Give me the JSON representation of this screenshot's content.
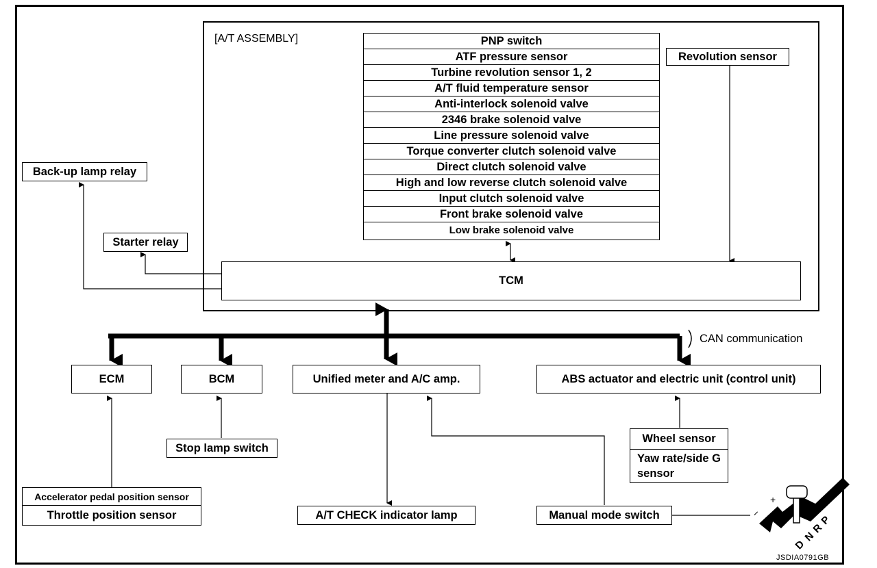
{
  "assembly_label": "[A/T ASSEMBLY]",
  "at_components": [
    "PNP switch",
    "ATF pressure sensor",
    "Turbine revolution sensor 1, 2",
    "A/T fluid temperature sensor",
    "Anti-interlock solenoid valve",
    "2346 brake solenoid valve",
    "Line pressure solenoid valve",
    "Torque converter clutch solenoid valve",
    "Direct clutch solenoid valve",
    "High and low reverse clutch solenoid valve",
    "Input clutch solenoid valve",
    "Front brake solenoid valve",
    "Low brake solenoid valve"
  ],
  "revolution_sensor": "Revolution sensor",
  "backup_lamp_relay": "Back-up lamp relay",
  "starter_relay": "Starter relay",
  "tcm": "TCM",
  "can_label": "CAN communication",
  "ecm": "ECM",
  "bcm": "BCM",
  "unified_meter": "Unified meter and A/C amp.",
  "abs_unit": "ABS actuator and electric unit (control unit)",
  "stop_lamp_switch": "Stop lamp switch",
  "wheel_sensor": "Wheel sensor",
  "yaw_rate_sensor": "Yaw rate/side G sensor",
  "accel_pedal_sensor": "Accelerator pedal position sensor",
  "throttle_sensor": "Throttle position sensor",
  "at_check_lamp": "A/T CHECK indicator lamp",
  "manual_mode_switch": "Manual mode switch",
  "shifter_letters": [
    "P",
    "R",
    "N",
    "D"
  ],
  "shifter_plus_minus": [
    "+",
    "−"
  ],
  "figure_code": "JSDIA0791GB"
}
